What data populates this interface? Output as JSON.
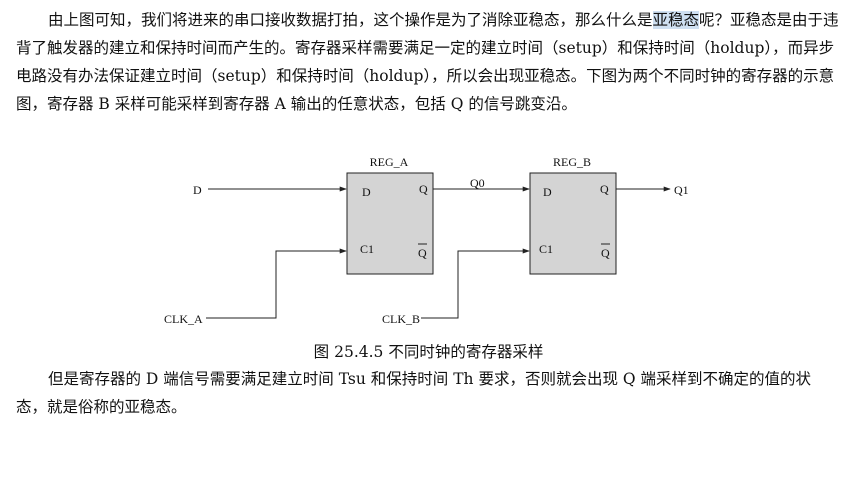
{
  "paragraph1": {
    "before": "由上图可知，我们将进来的串口接收数据打拍，这个操作是为了消除亚稳态，那么什么是",
    "highlight": "亚稳态",
    "after": "呢？亚稳态是由于违背了触发器的建立和保持时间而产生的。寄存器采样需要满足一定的建立时间（setup）和保持时间（holdup），而异步电路没有办法保证建立时间（setup）和保持时间（holdup），所以会出现亚稳态。下图为两个不同时钟的寄存器的示意图，寄存器 B 采样可能采样到寄存器 A 输出的任意状态，包括 Q 的信号跳变沿。"
  },
  "diagram": {
    "reg_a": {
      "title": "REG_A",
      "pin_d": "D",
      "pin_q": "Q",
      "pin_c1": "C1",
      "pin_qbar": "Q"
    },
    "reg_b": {
      "title": "REG_B",
      "pin_d": "D",
      "pin_q": "Q",
      "pin_c1": "C1",
      "pin_qbar": "Q"
    },
    "input_d": "D",
    "link_q0": "Q0",
    "output_q1": "Q1",
    "clk_a": "CLK_A",
    "clk_b": "CLK_B",
    "colors": {
      "box_fill": "#d4d4d4",
      "line": "#222222"
    }
  },
  "caption": "图 25.4.5 不同时钟的寄存器采样",
  "paragraph2": "但是寄存器的 D 端信号需要满足建立时间 Tsu 和保持时间 Th 要求，否则就会出现 Q 端采样到不确定的值的状态，就是俗称的亚稳态。"
}
